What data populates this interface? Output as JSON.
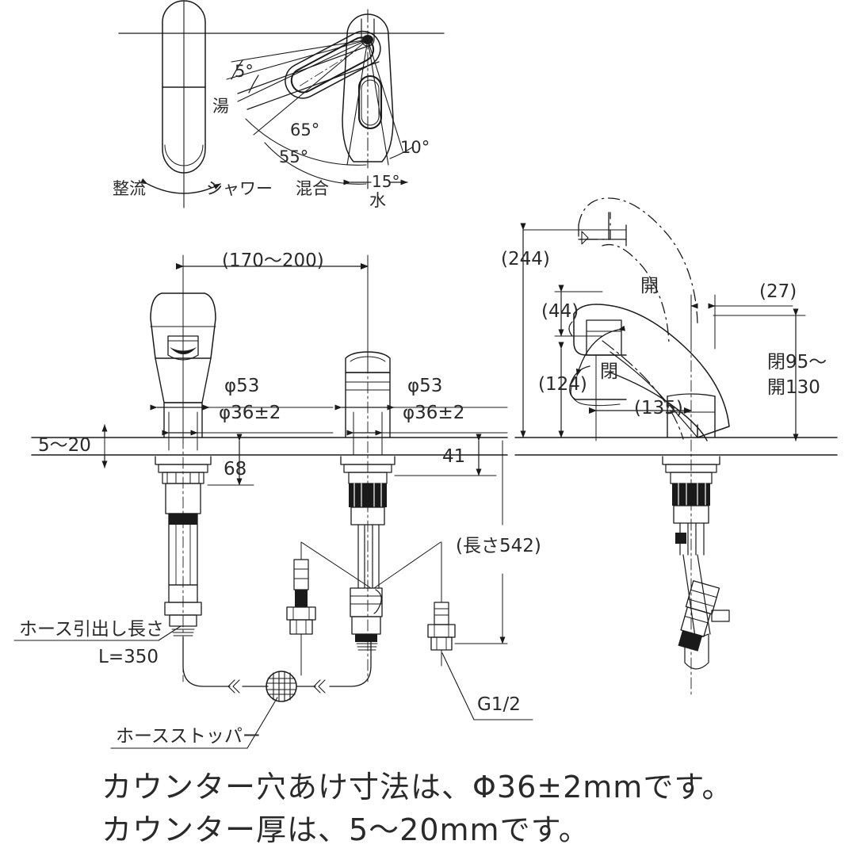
{
  "document": {
    "type": "technical-drawing",
    "subject": "single-lever pull-out faucet dimensional drawing",
    "units": "mm",
    "line_color": "#1a1a1a",
    "background": "#ffffff"
  },
  "top_view": {
    "title_hidden": true,
    "angles": {
      "hot_offset": "5°",
      "mix_range": "65°",
      "mid_range": "55°",
      "cold_offset": "10°",
      "center_tolerance": "15°"
    },
    "labels": {
      "hot": "湯",
      "cold": "水",
      "mix": "混合",
      "stream": "整流",
      "shower": "シャワー"
    }
  },
  "front_view": {
    "spread": "(170〜200)",
    "spout_dia_top": "φ53",
    "spout_hole_dia": "φ36±2",
    "lever_dia_top": "φ53",
    "lever_hole_dia": "φ36±2",
    "counter_thickness": "5〜20",
    "spout_below_counter": "68",
    "lever_below_counter": "41",
    "hose_total_length": "(長さ542)",
    "hose_pullout_label": "ホース引出し長さ",
    "hose_pullout_value": "L=350",
    "hose_stopper_label": "ホースストッパー",
    "thread_spec": "G1/2"
  },
  "side_view": {
    "max_height": "(244)",
    "spout_head_height": "(44)",
    "body_height": "(124)",
    "reach": "(135)",
    "nose_offset": "(27)",
    "outlet_height_range": "閉95〜\n開130",
    "outlet_height_closed": "閉95〜",
    "outlet_height_open": "開130",
    "lever_open": "開",
    "lever_close": "閉"
  },
  "notes": {
    "line1": "カウンター穴あけ寸法は、Φ36±2mmです。",
    "line2": "カウンター厚は、5〜20mmです。"
  }
}
